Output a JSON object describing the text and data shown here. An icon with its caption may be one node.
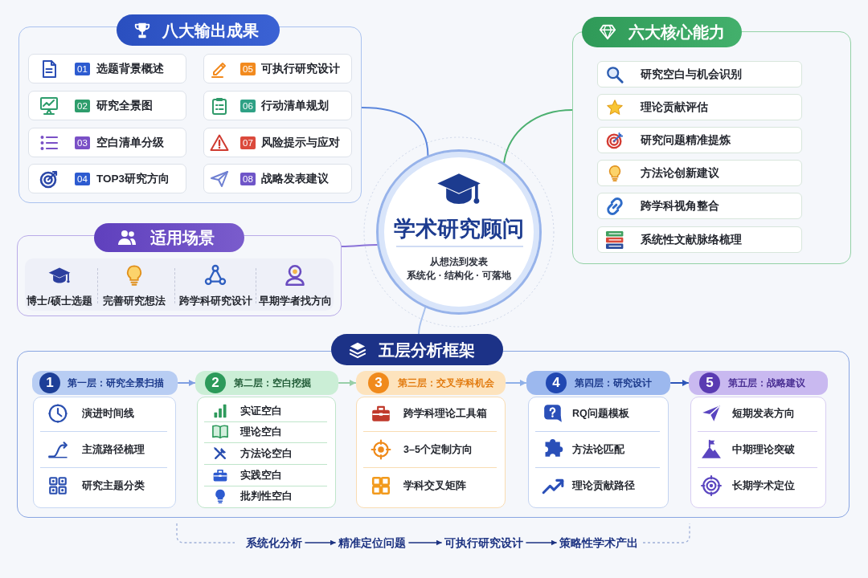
{
  "diagram": {
    "nodes": [
      {
        "text": [
          "八大输出成果"
        ]
      },
      {
        "text": [
          "01",
          "选题背景概述"
        ],
        "in": 0
      },
      {
        "text": [
          "02",
          "研究全景图"
        ],
        "in": 0
      },
      {
        "text": [
          "03",
          "空白清单分级"
        ],
        "in": 0
      },
      {
        "text": [
          "04",
          "TOP3研究方向"
        ],
        "in": 0
      },
      {
        "text": [
          "05",
          "可执行研究设计"
        ],
        "in": 0
      },
      {
        "text": [
          "06",
          "行动清单规划"
        ],
        "in": 0
      },
      {
        "text": [
          "07",
          "风险提示与应对"
        ],
        "in": 0
      },
      {
        "text": [
          "08",
          "战略发表建议"
        ],
        "in": 0
      },
      {
        "text": [
          "六大核心能力"
        ]
      },
      {
        "text": [
          "研究空白与机会识别"
        ],
        "in": 9
      },
      {
        "text": [
          "理论贡献评估"
        ],
        "in": 9
      },
      {
        "text": [
          "研究问题精准提炼"
        ],
        "in": 9
      },
      {
        "text": [
          "方法论创新建议"
        ],
        "in": 9
      },
      {
        "text": [
          "跨学科视角整合"
        ],
        "in": 9
      },
      {
        "text": [
          "系统性文献脉络梳理"
        ],
        "in": 9
      },
      {
        "text": [
          "学术研究顾问",
          "从想法到发表",
          "系统化 · 结构化 · 可落地"
        ]
      },
      {
        "text": [
          "适用场景"
        ]
      },
      {
        "text": [
          "博士/硕士选题",
          "完善研究想法",
          "跨学科研究设计",
          "早期学者找方向"
        ],
        "in": 17
      },
      {
        "text": [
          "五层分析框架"
        ]
      },
      {
        "text": [
          "1",
          "第一层：研究全景扫描"
        ],
        "in": 19
      },
      {
        "text": [
          "演进时间线",
          "主流路径梳理",
          "研究主题分类"
        ],
        "in": 19
      },
      {
        "text": [
          "2",
          "第二层：空白挖掘"
        ],
        "in": 19
      },
      {
        "text": [
          "实证空白",
          "理论空白",
          "方法论空白",
          "实践空白",
          "批判性空白"
        ],
        "in": 19
      },
      {
        "text": [
          "3",
          "第三层：交叉学科机会"
        ],
        "in": 19
      },
      {
        "text": [
          "跨学科理论工具箱",
          "3–5个定制方向",
          "学科交叉矩阵"
        ],
        "in": 19
      },
      {
        "text": [
          "4",
          "第四层：研究设计"
        ],
        "in": 19
      },
      {
        "text": [
          "RQ问题模板",
          "方法论匹配",
          "理论贡献路径"
        ],
        "in": 19
      },
      {
        "text": [
          "5",
          "第五层：战略建议"
        ],
        "in": 19
      },
      {
        "text": [
          "短期发表方向",
          "中期理论突破",
          "长期学术定位"
        ],
        "in": 19
      },
      {
        "text": [
          "系统化分析"
        ]
      },
      {
        "text": [
          "精准定位问题"
        ]
      },
      {
        "text": [
          "可执行研究设计"
        ]
      },
      {
        "text": [
          "策略性学术产出"
        ]
      }
    ],
    "edges": [
      {
        "from": 16,
        "to": 0,
        "arrow": "none",
        "color": "#5b86dc"
      },
      {
        "from": 16,
        "to": 9,
        "arrow": "none",
        "color": "#4cb070"
      },
      {
        "from": 16,
        "to": 17,
        "arrow": "none",
        "color": "#8a72d8"
      },
      {
        "from": 16,
        "to": 19,
        "arrow": "none",
        "color": "#a9c2ee"
      },
      {
        "from": 20,
        "to": 22,
        "arrow": "to",
        "color": "#7f9fe2"
      },
      {
        "from": 22,
        "to": 24,
        "arrow": "to",
        "color": "#98cfa8"
      },
      {
        "from": 24,
        "to": 26,
        "arrow": "to",
        "color": "#8fb0e8"
      },
      {
        "from": 26,
        "to": 28,
        "arrow": "to",
        "color": "#2c54b8"
      },
      {
        "from": 30,
        "to": 31,
        "arrow": "to",
        "color": "#1d3382"
      },
      {
        "from": 31,
        "to": 32,
        "arrow": "to",
        "color": "#1d3382"
      },
      {
        "from": 32,
        "to": 33,
        "arrow": "to",
        "color": "#1d3382"
      }
    ]
  }
}
